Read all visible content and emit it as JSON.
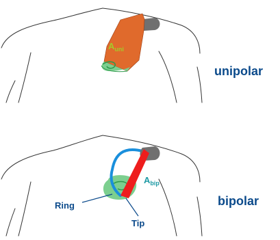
{
  "panels": {
    "unipolar": {
      "mode_label": "unipolar",
      "area_symbol": "A",
      "area_subscript": "uni"
    },
    "bipolar": {
      "mode_label": "bipolar",
      "area_symbol": "A",
      "area_subscript": "bip",
      "ring_label": "Ring",
      "tip_label": "Tip"
    }
  },
  "colors": {
    "outline": "#333333",
    "device": "#707070",
    "unipolar_field": "#e06a2c",
    "heart": "#7ccf8f",
    "lead": "#1a8fdc",
    "bipolar_field": "#ee1d1d",
    "label_blue": "#0b4a8b",
    "area_label_uni": "#a6c92a",
    "area_label_bip": "#1e9aa5"
  }
}
